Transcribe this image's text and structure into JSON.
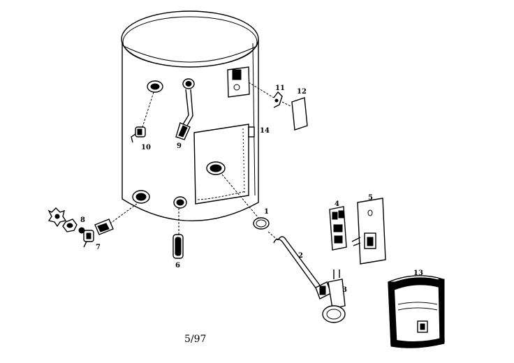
{
  "callouts": {
    "c1": "1",
    "c2": "2",
    "c3": "3",
    "c4": "4",
    "c5": "5",
    "c6": "6",
    "c7": "7",
    "c8": "8",
    "c9": "9",
    "c10": "10",
    "c11": "11",
    "c12": "12",
    "c13": "13",
    "c14": "14"
  },
  "revision_date": "5/97"
}
